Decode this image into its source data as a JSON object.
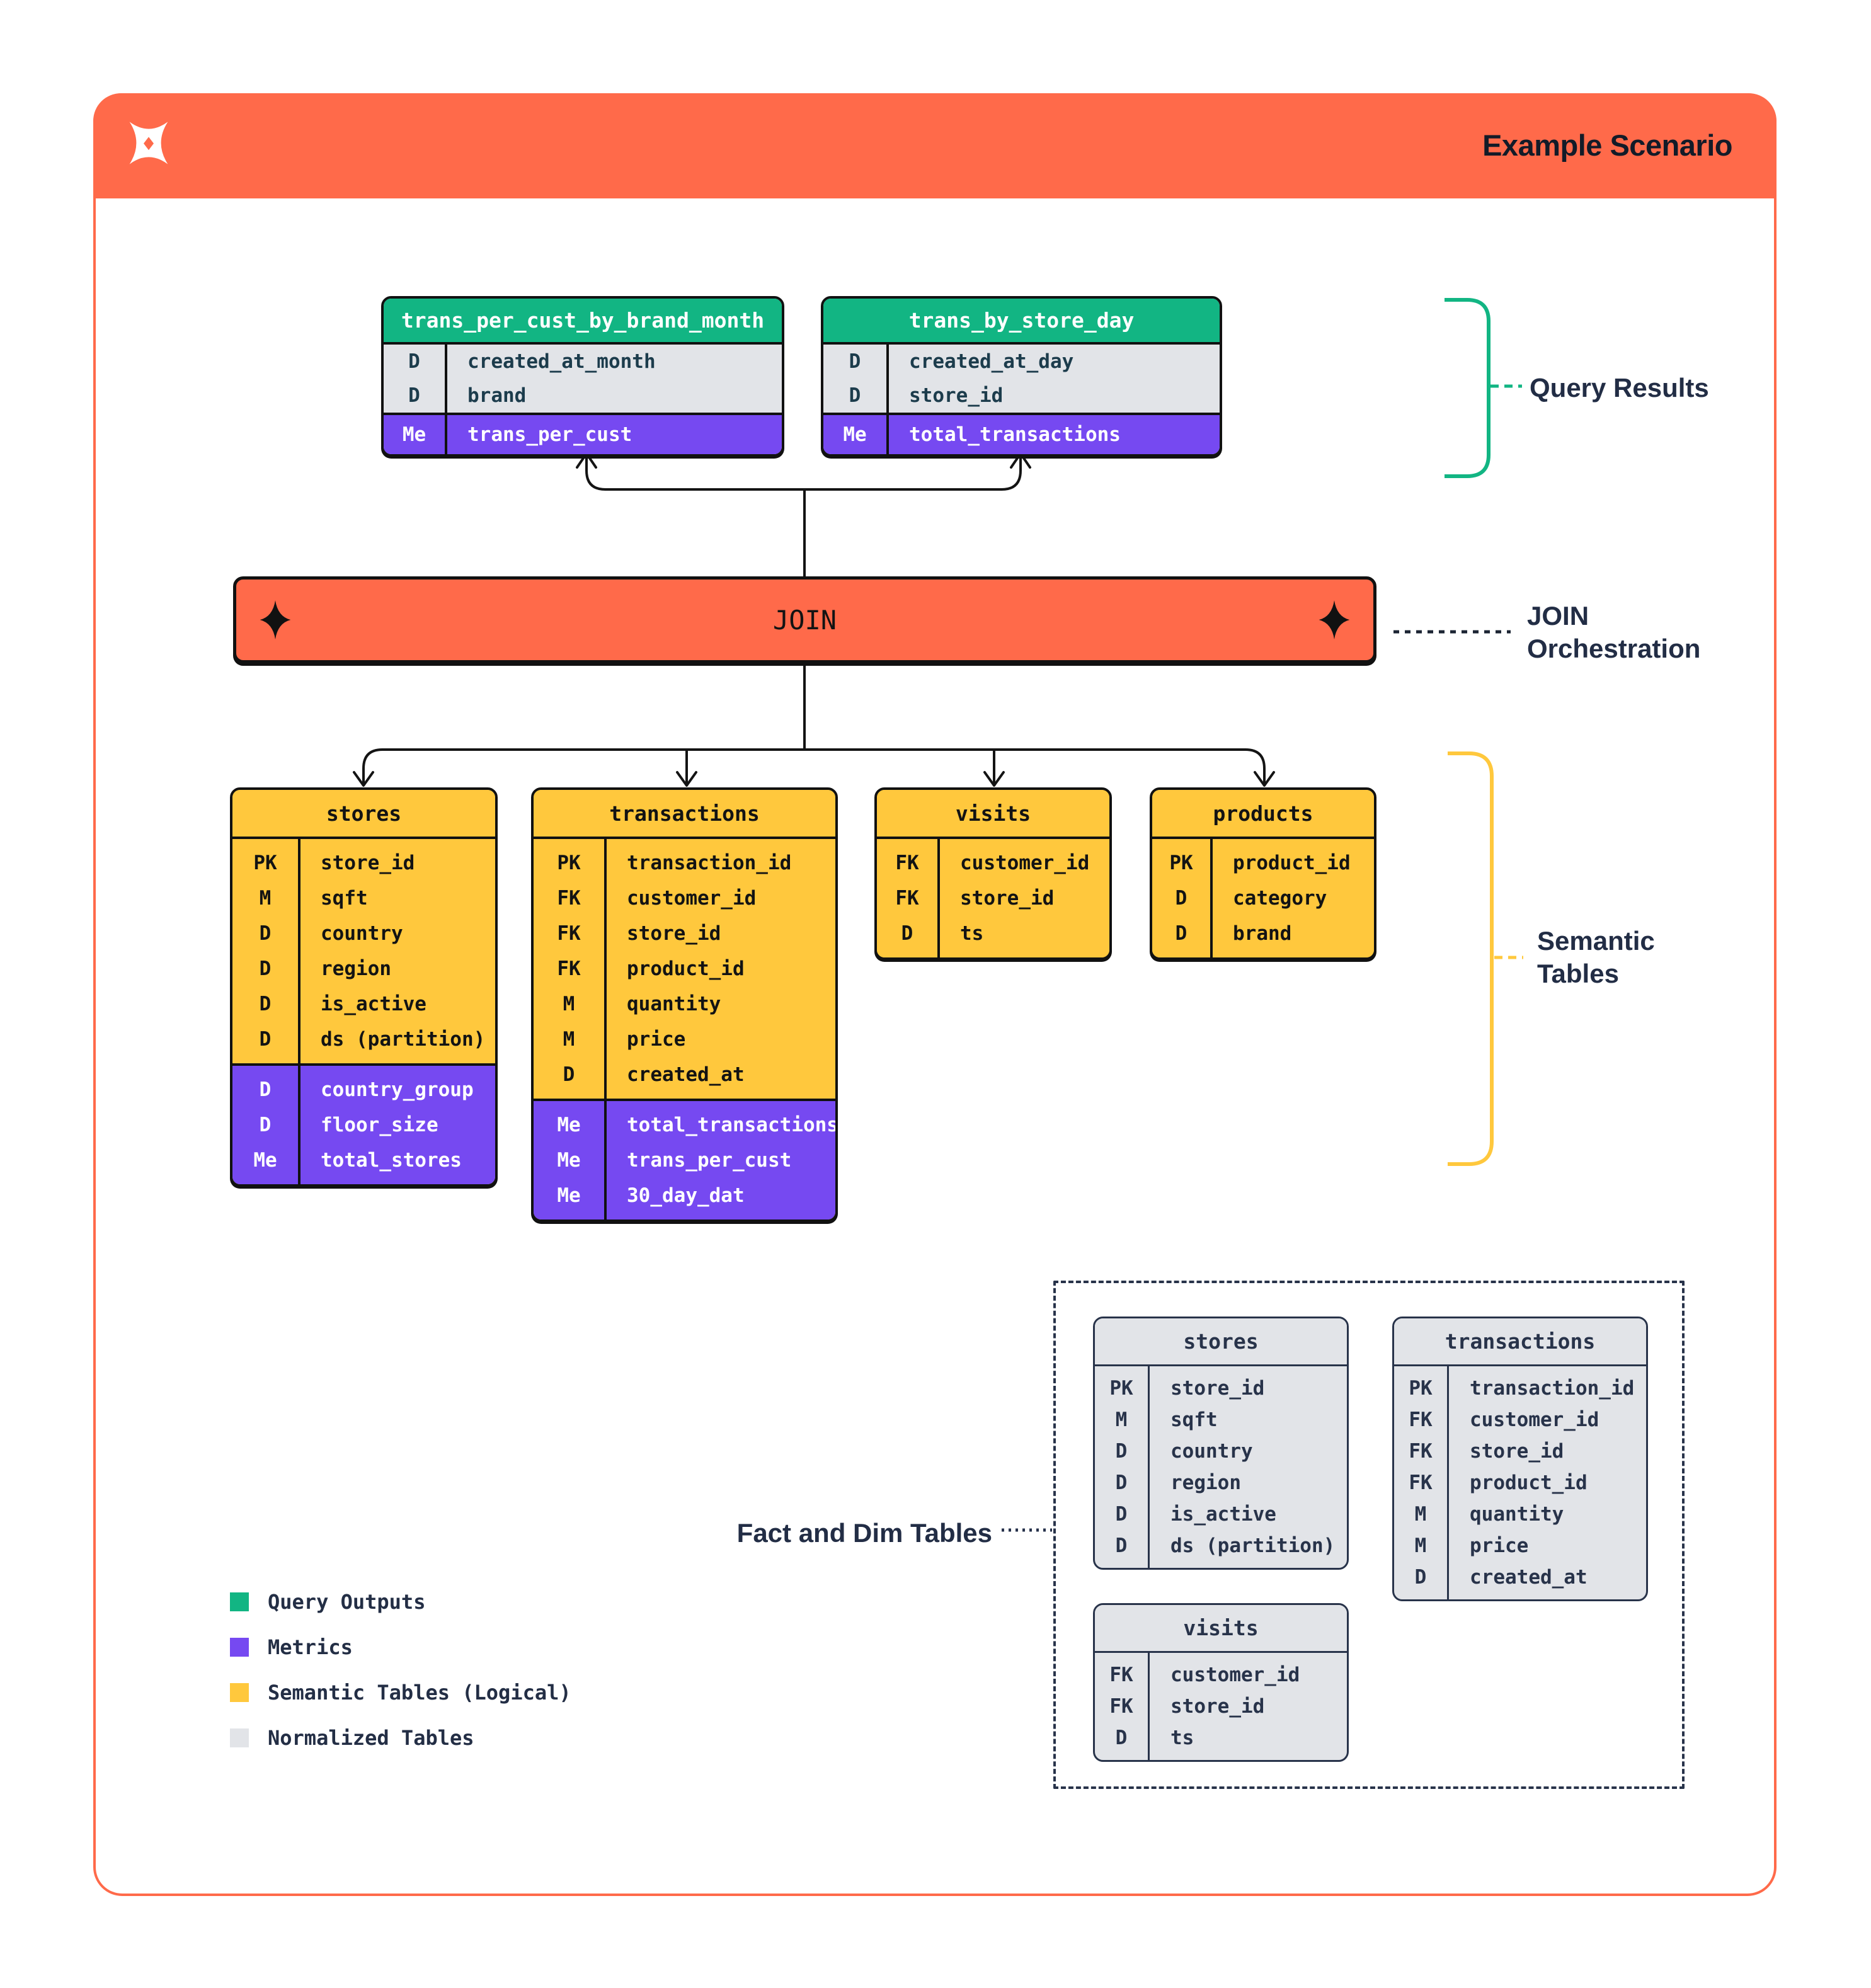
{
  "header": {
    "title": "Example Scenario"
  },
  "join": {
    "label": "JOIN"
  },
  "annotations": {
    "query_results": "Query Results",
    "join_orchestration": "JOIN Orchestration",
    "semantic_tables": "Semantic Tables",
    "fact_dim_tables": "Fact and Dim Tables"
  },
  "query_results": {
    "tables": [
      {
        "name": "trans_per_cust_by_brand_month",
        "columns": [
          {
            "key": "D",
            "field": "created_at_month"
          },
          {
            "key": "D",
            "field": "brand"
          }
        ],
        "metrics": [
          {
            "key": "Me",
            "field": "trans_per_cust"
          }
        ]
      },
      {
        "name": "trans_by_store_day",
        "columns": [
          {
            "key": "D",
            "field": "created_at_day"
          },
          {
            "key": "D",
            "field": "store_id"
          }
        ],
        "metrics": [
          {
            "key": "Me",
            "field": "total_transactions"
          }
        ]
      }
    ]
  },
  "semantic_tables": {
    "tables": [
      {
        "name": "stores",
        "columns": [
          {
            "key": "PK",
            "field": "store_id"
          },
          {
            "key": "M",
            "field": "sqft"
          },
          {
            "key": "D",
            "field": "country"
          },
          {
            "key": "D",
            "field": "region"
          },
          {
            "key": "D",
            "field": "is_active"
          },
          {
            "key": "D",
            "field": "ds (partition)"
          }
        ],
        "metrics": [
          {
            "key": "D",
            "field": "country_group"
          },
          {
            "key": "D",
            "field": "floor_size"
          },
          {
            "key": "Me",
            "field": "total_stores"
          }
        ]
      },
      {
        "name": "transactions",
        "columns": [
          {
            "key": "PK",
            "field": "transaction_id"
          },
          {
            "key": "FK",
            "field": "customer_id"
          },
          {
            "key": "FK",
            "field": "store_id"
          },
          {
            "key": "FK",
            "field": "product_id"
          },
          {
            "key": "M",
            "field": "quantity"
          },
          {
            "key": "M",
            "field": "price"
          },
          {
            "key": "D",
            "field": "created_at"
          }
        ],
        "metrics": [
          {
            "key": "Me",
            "field": "total_transactions"
          },
          {
            "key": "Me",
            "field": "trans_per_cust"
          },
          {
            "key": "Me",
            "field": "30_day_dat"
          }
        ]
      },
      {
        "name": "visits",
        "columns": [
          {
            "key": "FK",
            "field": "customer_id"
          },
          {
            "key": "FK",
            "field": "store_id"
          },
          {
            "key": "D",
            "field": "ts"
          }
        ]
      },
      {
        "name": "products",
        "columns": [
          {
            "key": "PK",
            "field": "product_id"
          },
          {
            "key": "D",
            "field": "category"
          },
          {
            "key": "D",
            "field": "brand"
          }
        ]
      }
    ]
  },
  "normalized_tables": {
    "tables": [
      {
        "name": "stores",
        "columns": [
          {
            "key": "PK",
            "field": "store_id"
          },
          {
            "key": "M",
            "field": "sqft"
          },
          {
            "key": "D",
            "field": "country"
          },
          {
            "key": "D",
            "field": "region"
          },
          {
            "key": "D",
            "field": "is_active"
          },
          {
            "key": "D",
            "field": "ds (partition)"
          }
        ]
      },
      {
        "name": "transactions",
        "columns": [
          {
            "key": "PK",
            "field": "transaction_id"
          },
          {
            "key": "FK",
            "field": "customer_id"
          },
          {
            "key": "FK",
            "field": "store_id"
          },
          {
            "key": "FK",
            "field": "product_id"
          },
          {
            "key": "M",
            "field": "quantity"
          },
          {
            "key": "M",
            "field": "price"
          },
          {
            "key": "D",
            "field": "created_at"
          }
        ]
      },
      {
        "name": "visits",
        "columns": [
          {
            "key": "FK",
            "field": "customer_id"
          },
          {
            "key": "FK",
            "field": "store_id"
          },
          {
            "key": "D",
            "field": "ts"
          }
        ]
      }
    ]
  },
  "legend": {
    "items": [
      {
        "label": "Query Outputs",
        "color": "#12B583"
      },
      {
        "label": "Metrics",
        "color": "#7649F1"
      },
      {
        "label": "Semantic Tables (Logical)",
        "color": "#FFC83D"
      },
      {
        "label": "Normalized Tables",
        "color": "#E2E4E8"
      }
    ]
  },
  "colors": {
    "accent_orange": "#FF6A4A",
    "query_output_green": "#12B583",
    "metric_purple": "#7649F1",
    "semantic_yellow": "#FFC83D",
    "normalized_gray": "#E2E4E8",
    "navy_text": "#222D45",
    "outline_black": "#111111"
  }
}
